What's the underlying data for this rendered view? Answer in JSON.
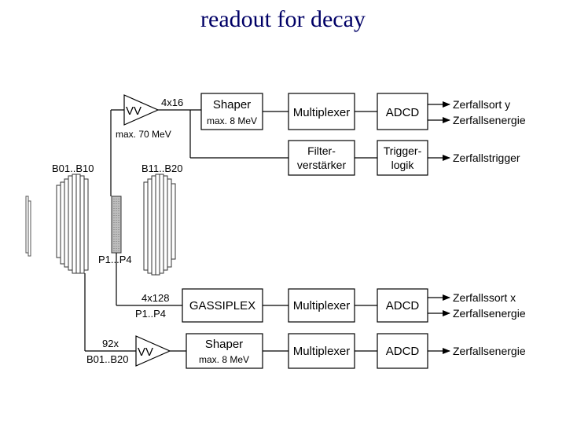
{
  "title": "readout for decay",
  "detector": {
    "group_left_label": "B01..B10",
    "group_right_label": "B11..B20",
    "center_label": "P1...P4"
  },
  "chain_top": {
    "amp_label": "VV",
    "amp_note": "max. 70 MeV",
    "channels": "4x16",
    "shaper_label": "Shaper",
    "shaper_note": "max. 8 MeV",
    "mux_label": "Multiplexer",
    "adc_label": "ADCD",
    "outputs": [
      "Zerfallsort y",
      "Zerfallsenergie"
    ]
  },
  "chain_trigger": {
    "filter_line1": "Filter-",
    "filter_line2": "verstärker",
    "trigger_line1": "Trigger-",
    "trigger_line2": "logik",
    "output": "Zerfallstrigger"
  },
  "chain_mid": {
    "channels": "4x128",
    "source": "P1..P4",
    "gassiplex_label": "GASSIPLEX",
    "mux_label": "Multiplexer",
    "adc_label": "ADCD",
    "outputs": [
      "Zerfallssort x",
      "Zerfallsenergie"
    ]
  },
  "chain_bottom": {
    "channels": "92x",
    "source": "B01..B20",
    "amp_label": "VV",
    "shaper_label": "Shaper",
    "shaper_note": "max. 8 MeV",
    "mux_label": "Multiplexer",
    "adc_label": "ADCD",
    "output": "Zerfallsenergie"
  }
}
